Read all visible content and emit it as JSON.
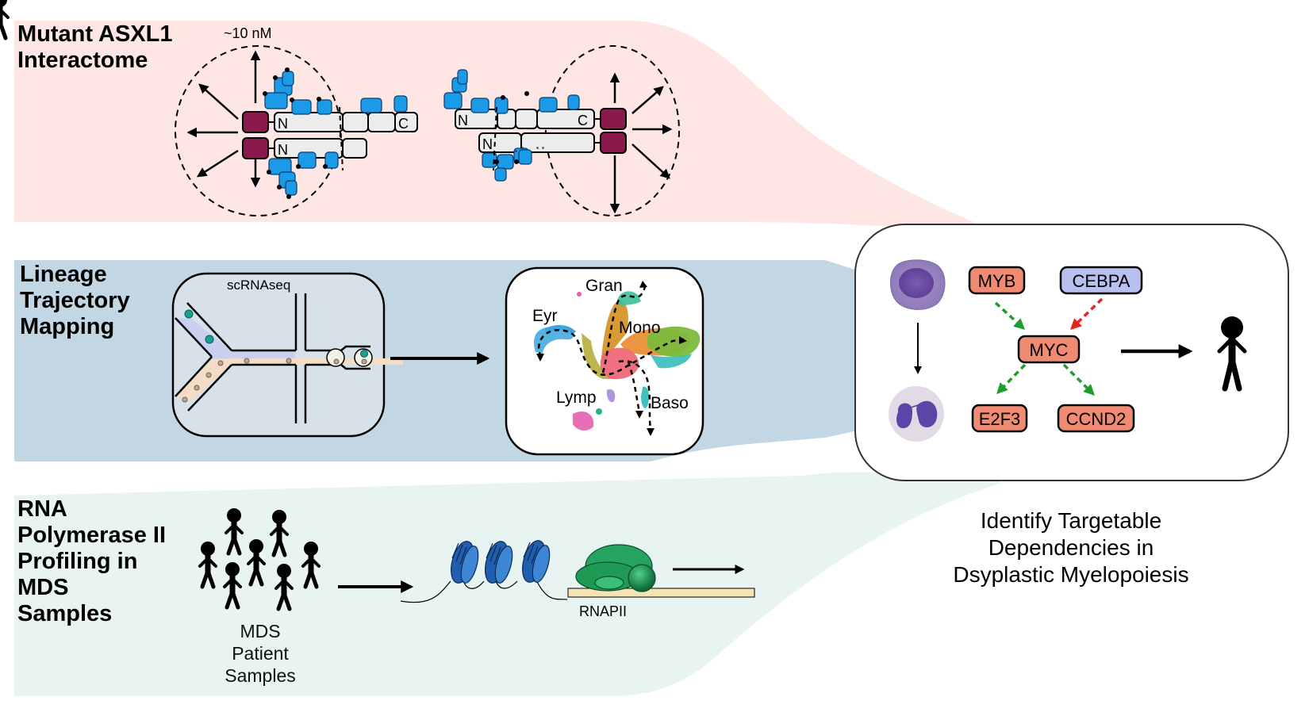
{
  "colors": {
    "band_top": "#fde6e3",
    "band_middle": "#c2d6e4",
    "band_bottom": "#e7f4f1",
    "node_red": "#f08a72",
    "node_blue": "#b8c0ef",
    "arrow_green": "#1e9e2a",
    "arrow_red": "#e5261f",
    "protein_blue": "#1b9ae8",
    "asxl1_maroon": "#8b1a4c",
    "nucleosome_blue": "#1f5fae",
    "polymerase_green": "#1f9a55",
    "dna_tan": "#f5e3b3"
  },
  "panels": {
    "interactome": {
      "title": "Mutant ASXL1\nInteractome",
      "concentration_label": "~10 nM",
      "domain_labels": {
        "n_terminus": "N",
        "c_terminus": "C"
      }
    },
    "lineage": {
      "title": "Lineage\nTrajectory\nMapping",
      "microfluidics_label": "scRNAseq",
      "umap_labels": [
        "Gran",
        "Eyr",
        "Mono",
        "Lymp",
        "Baso"
      ]
    },
    "rnapii": {
      "title": "RNA\nPolymerase II\nProfiling in\nMDS\nSamples",
      "patients_label": "MDS\nPatient\nSamples",
      "polymerase_label": "RNAPII"
    }
  },
  "network": {
    "nodes": {
      "myb": "MYB",
      "cebpa": "CEBPA",
      "myc": "MYC",
      "e2f3": "E2F3",
      "ccnd2": "CCND2"
    },
    "edges": [
      {
        "from": "MYB",
        "to": "MYC",
        "effect": "activates"
      },
      {
        "from": "CEBPA",
        "to": "MYC",
        "effect": "represses"
      },
      {
        "from": "MYC",
        "to": "E2F3",
        "effect": "activates"
      },
      {
        "from": "MYC",
        "to": "CCND2",
        "effect": "activates"
      }
    ]
  },
  "conclusion": "Identify Targetable\nDependencies in\nDsyplastic Myelopoiesis"
}
